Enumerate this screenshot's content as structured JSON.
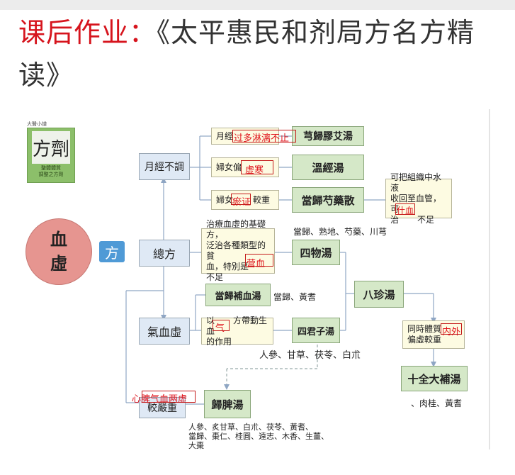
{
  "title": {
    "highlight": "课后作业",
    "colon": "：",
    "rest": "《太平惠民和剂局方名方精读》"
  },
  "center": {
    "char1": "血",
    "char2": "虛"
  },
  "fang": "方",
  "logo": {
    "tag": "大醫小譜",
    "glyph": "方劑",
    "sub1": "整體體質",
    "sub2": "調整之方劑"
  },
  "nodes": {
    "yuejing": "月經不調",
    "zongfang": "總方",
    "qixuexu": "氣血虛",
    "jiaoyanzhong": "較嚴重",
    "xiongguijiaoai": "芎歸膠艾湯",
    "wenjing": "溫經湯",
    "dangguishaoyao": "當歸芍藥散",
    "siwu": "四物湯",
    "bazhen": "八珍湯",
    "shiquan": "十全大補湯",
    "danggubuxue": "當歸補血湯",
    "sijunzi": "四君子湯",
    "guipi": "歸脾湯"
  },
  "notes": {
    "yuejing_note": "月經",
    "fungpian": "婦女偏",
    "fungjiao": "婦女",
    "fungjiao2": "較重",
    "shuiye1": "可把組織中水液",
    "shuiye2": "收回至血管，可",
    "shuiye3": "治",
    "shuiye4": "不足",
    "siwu_note1": "治療血虛的基礎方，",
    "siwu_note2": "泛治各種類型的貧",
    "siwu_note3": "血，特別是",
    "siwu_note4": "不足",
    "sijunzi_note1": "以",
    "sijunzi_note2": "方帶動生血",
    "sijunzi_note3": "的作用",
    "bazhen_note1": "同時體質",
    "bazhen_note2": "偏虛較重",
    "siwu_herbs": "當歸、熟地、芍藥、川芎",
    "danggui_herbs": "當歸、黃耆",
    "sijunzi_herbs": "人參、甘草、茯苓、白朮",
    "shiquan_herbs": "、肉桂、黃耆",
    "guipi_herbs1": "人參、炙甘草、白朮、茯苓、黃耆、",
    "guipi_herbs2": "當歸、棗仁、桂圓、遠志、木香、生薑、",
    "guipi_herbs3": "大棗"
  },
  "red_annotations": {
    "guoduo": "过多淋漓不止",
    "xuhan": "虚寒",
    "yuzheng": "瘀证",
    "xueguan": "什血",
    "yingxue": "营血",
    "qi": "气",
    "neiwai": "内外",
    "xinpi": "心脾气血两虚"
  },
  "colors": {
    "red": "#d6141d",
    "blue_box": "#dfe9f5",
    "green_box": "#d5e8c8",
    "cream_box": "#fdfbe2",
    "circle": "#e69590",
    "fang_bg": "#4f9ad6"
  }
}
